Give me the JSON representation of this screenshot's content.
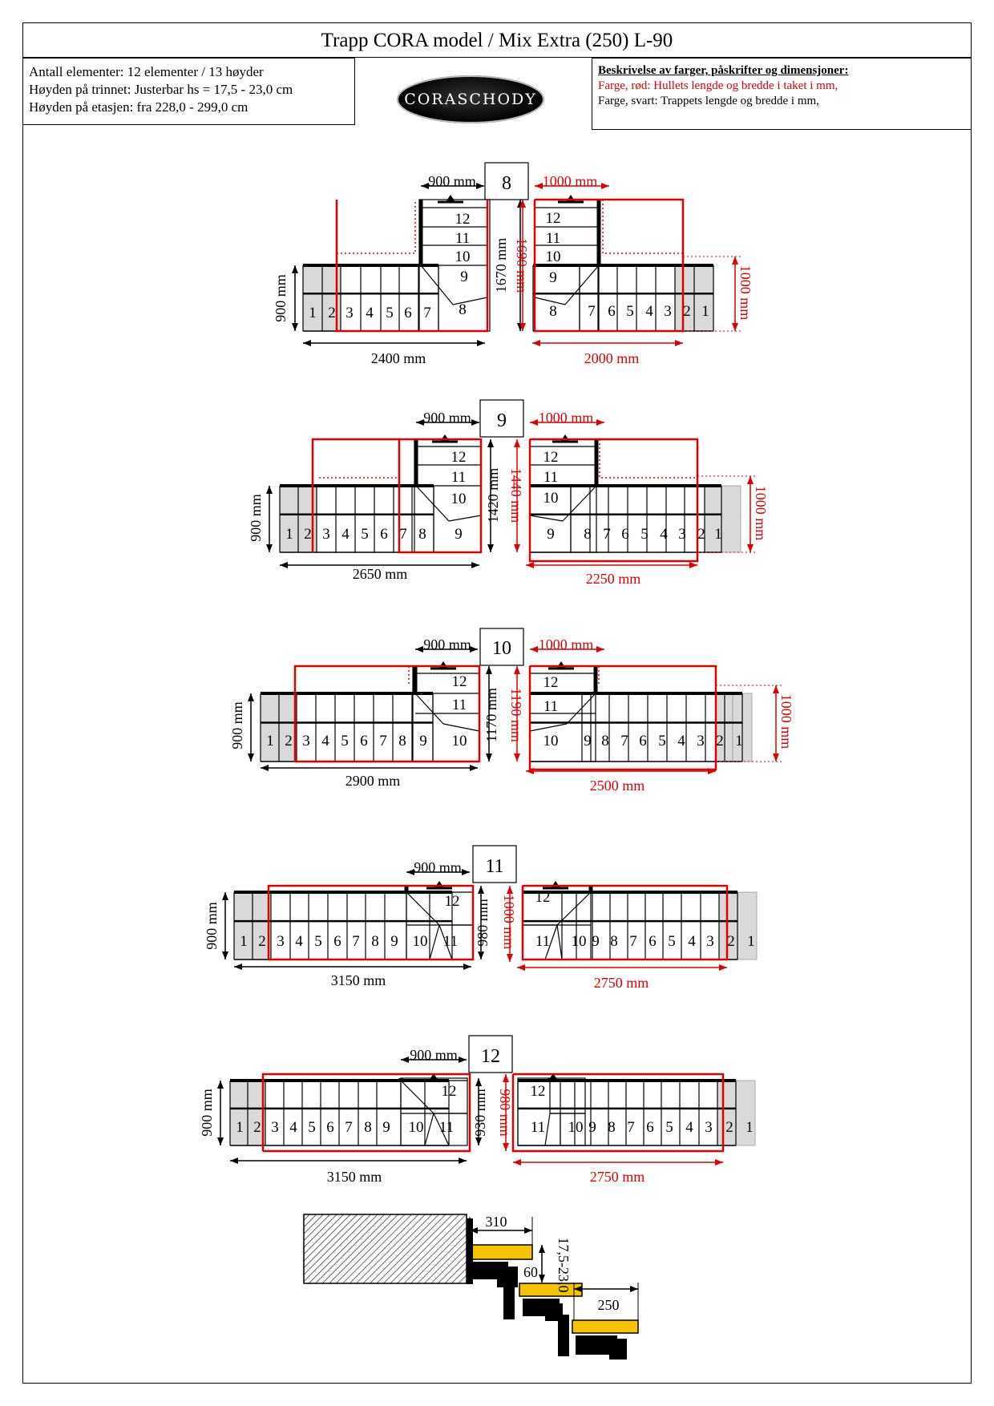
{
  "title": "Trapp CORA model / Mix Extra (250) L-90",
  "info": {
    "line1": "Antall elementer: 12 elementer / 13 høyder",
    "line2": "Høyden på trinnet: Justerbar hs = 17,5 - 23,0 cm",
    "line3": "Høyden på etasjen: fra 228,0 - 299,0 cm"
  },
  "logo": "CORASCHODY",
  "description": {
    "heading": "Beskrivelse av farger, påskrifter og dimensjoner:",
    "red_line": "Farge, rød: Hullets lengde og bredde i taket i mm,",
    "black_line": "Farge, svart: Trappets lengde og bredde i mm,"
  },
  "colors": {
    "red": "#e00000",
    "black": "#000000",
    "tread": "#f5c400",
    "shade": "#d9d9d9"
  },
  "variants": [
    {
      "id": "8",
      "width_label": "900 mm",
      "hole_width_label": "1000 mm",
      "stair_length": "2400 mm",
      "hole_length": "2000 mm",
      "stair_depth": "1670 mm",
      "hole_depth": "1690 mm",
      "side_width": "900 mm",
      "side_hole": "1000 mm"
    },
    {
      "id": "9",
      "width_label": "900 mm",
      "hole_width_label": "1000 mm",
      "stair_length": "2650 mm",
      "hole_length": "2250 mm",
      "stair_depth": "1420 mm",
      "hole_depth": "1440 mm",
      "side_width": "900 mm",
      "side_hole": "1000 mm"
    },
    {
      "id": "10",
      "width_label": "900 mm",
      "hole_width_label": "1000 mm",
      "stair_length": "2900 mm",
      "hole_length": "2500 mm",
      "stair_depth": "1170 mm",
      "hole_depth": "1190 mm",
      "side_width": "900 mm",
      "side_hole": "1000 mm"
    },
    {
      "id": "11",
      "width_label": "900 mm",
      "hole_width_label": "",
      "stair_length": "3150 mm",
      "hole_length": "2750 mm",
      "stair_depth": "980 mm",
      "hole_depth": "1000 mm",
      "side_width": "900 mm",
      "side_hole": ""
    },
    {
      "id": "12",
      "width_label": "900 mm",
      "hole_width_label": "",
      "stair_length": "3150 mm",
      "hole_length": "2750 mm",
      "stair_depth": "930 mm",
      "hole_depth": "980 mm",
      "side_width": "900 mm",
      "side_hole": ""
    }
  ],
  "steps": {
    "v8": {
      "left": [
        "1",
        "2",
        "3",
        "4",
        "5",
        "6",
        "7",
        "8",
        "9",
        "10",
        "11",
        "12"
      ],
      "right": [
        "8",
        "7",
        "6",
        "5",
        "4",
        "3",
        "2",
        "1",
        "9",
        "10",
        "11",
        "12"
      ]
    },
    "v9": {
      "left": [
        "1",
        "2",
        "3",
        "4",
        "5",
        "6",
        "7",
        "8",
        "9",
        "10",
        "11",
        "12"
      ],
      "right": [
        "9",
        "8",
        "7",
        "6",
        "5",
        "4",
        "3",
        "2",
        "1",
        "10",
        "11",
        "12"
      ]
    },
    "v10": {
      "left": [
        "1",
        "2",
        "3",
        "4",
        "5",
        "6",
        "7",
        "8",
        "9",
        "10",
        "11",
        "12"
      ],
      "right": [
        "10",
        "9",
        "8",
        "7",
        "6",
        "5",
        "4",
        "3",
        "2",
        "1",
        "11",
        "12"
      ]
    },
    "v11": {
      "left": [
        "1",
        "2",
        "3",
        "4",
        "5",
        "6",
        "7",
        "8",
        "9",
        "10",
        "11",
        "12"
      ],
      "right": [
        "11",
        "10",
        "9",
        "8",
        "7",
        "6",
        "5",
        "4",
        "3",
        "2",
        "1",
        "12"
      ]
    },
    "v12": {
      "left": [
        "1",
        "2",
        "3",
        "4",
        "5",
        "6",
        "7",
        "8",
        "9",
        "10",
        "11",
        "12"
      ],
      "right": [
        "11",
        "10",
        "9",
        "8",
        "7",
        "6",
        "5",
        "4",
        "3",
        "2",
        "1",
        "12"
      ]
    }
  },
  "profile": {
    "tread_depth": "310",
    "height_range": "17,5-23,0",
    "overlap": "60",
    "step_run": "250"
  }
}
